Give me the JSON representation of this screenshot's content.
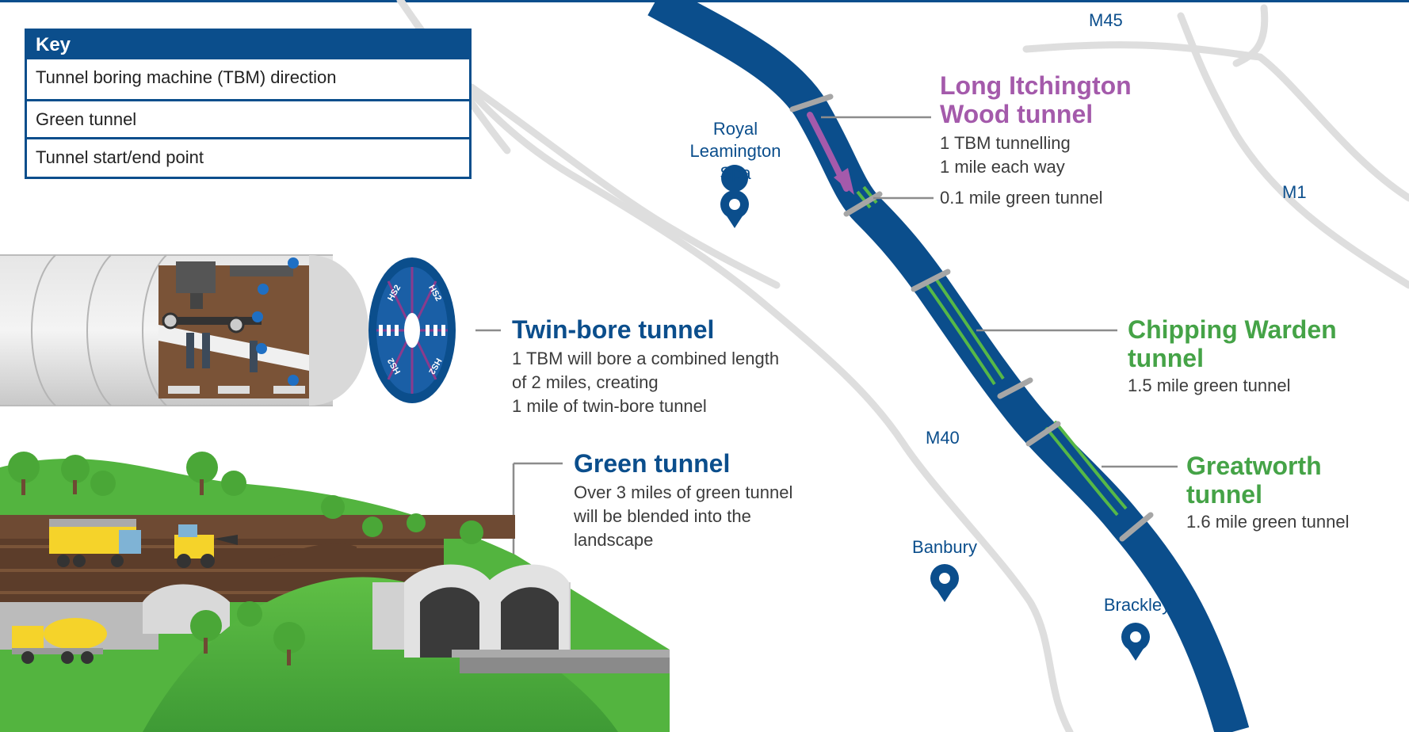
{
  "key": {
    "title": "Key",
    "items": [
      {
        "label": "Tunnel boring machine (TBM) direction",
        "icon": "tbm-arrow-icon"
      },
      {
        "label": "Green tunnel",
        "icon": "green-tunnel-icon"
      },
      {
        "label": "Tunnel start/end point",
        "icon": "tunnel-portal-icon"
      }
    ]
  },
  "places": {
    "leamington": [
      "Royal",
      "Leamington",
      "Spa"
    ],
    "banbury": "Banbury",
    "brackley": "Brackley"
  },
  "roads": {
    "m45": "M45",
    "m1": "M1",
    "m40": "M40"
  },
  "long_itchington": {
    "title": [
      "Long Itchington",
      "Wood tunnel"
    ],
    "lines": [
      "1 TBM tunnelling",
      "1 mile each way"
    ],
    "green": "0.1 mile green tunnel"
  },
  "chipping_warden": {
    "title": [
      "Chipping Warden",
      "tunnel"
    ],
    "desc": "1.5 mile green tunnel"
  },
  "greatworth": {
    "title": [
      "Greatworth",
      "tunnel"
    ],
    "desc": "1.6 mile green tunnel"
  },
  "twin_bore": {
    "title": "Twin-bore tunnel",
    "lines": [
      "1 TBM will bore a combined length",
      "of 2 miles, creating",
      "1 mile of twin-bore tunnel"
    ]
  },
  "green_tunnel": {
    "title": "Green tunnel",
    "lines": [
      "Over 3 miles of green tunnel",
      "will be blended into the",
      "landscape"
    ]
  },
  "cutterhead_logo": "HS2",
  "colors": {
    "route_blue": "#0b4e8c",
    "green": "#45a347",
    "purple": "#a45aab",
    "road_grey": "#dddddd"
  }
}
